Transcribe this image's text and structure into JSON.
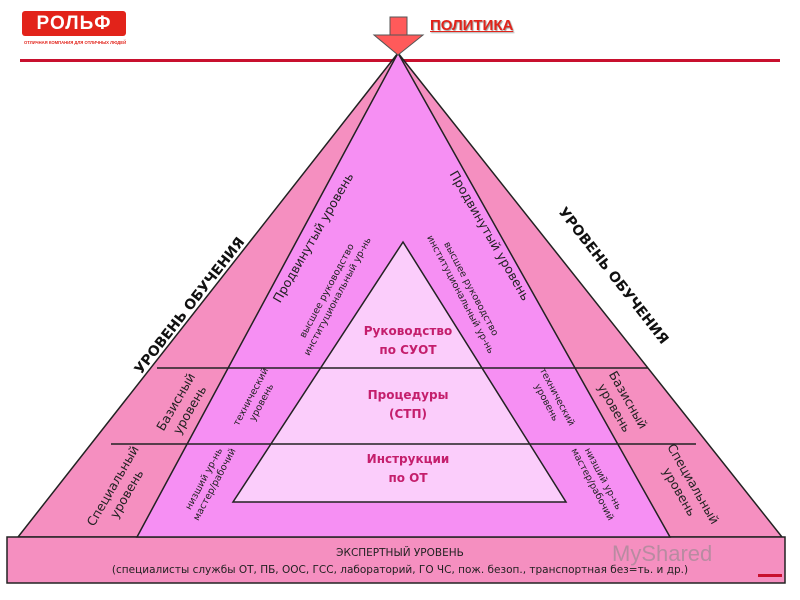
{
  "logo": {
    "text": "РОЛЬФ",
    "tagline": "ОТЛИЧНАЯ КОМПАНИЯ ДЛЯ ОТЛИЧНЫХ ЛЮДЕЙ"
  },
  "policy_label": "ПОЛИТИКА",
  "side_titles": {
    "left": "УРОВЕНЬ ОБУЧЕНИЯ",
    "right": "УРОВЕНЬ ОБУЧЕНИЯ"
  },
  "outer_levels": {
    "advanced_left": "Продвинутый уровень",
    "advanced_right": "Продвинутый уровень",
    "basic_left": [
      "Базисный",
      "уровень"
    ],
    "basic_right": [
      "Базисный",
      "уровень"
    ],
    "special_left": [
      "Специальный",
      "уровень"
    ],
    "special_right": [
      "Специальный",
      "уровень"
    ]
  },
  "middle_levels": {
    "top_left": [
      "высшее руководство",
      "институциональный ур-нь"
    ],
    "top_right": [
      "высшее руководство",
      "институциональный ур-нь"
    ],
    "tech_left": [
      "технический",
      "уровень"
    ],
    "tech_right": [
      "технический",
      "уровень"
    ],
    "low_left": [
      "низший ур-нь",
      "мастер/рабочий"
    ],
    "low_right": [
      "низший ур-нь",
      "мастер/рабочий"
    ]
  },
  "center_blocks": [
    [
      "Руководство",
      "по СУОТ"
    ],
    [
      "Процедуры",
      "(СТП)"
    ],
    [
      "Инструкции",
      "по ОТ"
    ]
  ],
  "expert": {
    "title": "ЭКСПЕРТНЫЙ УРОВЕНЬ",
    "subtitle": "(специалисты службы ОТ, ПБ, ООС, ГСС, лабораторий, ГО ЧС, пож. безоп., транспортная без=ть. и др.)"
  },
  "watermark": "MyShared",
  "colors": {
    "outer": "#f58fc0",
    "middle": "#f68ff3",
    "inner": "#fbcdfb",
    "arrow": "#ff5a5a",
    "accent": "#e2231a",
    "center_text": "#c41e6c"
  }
}
